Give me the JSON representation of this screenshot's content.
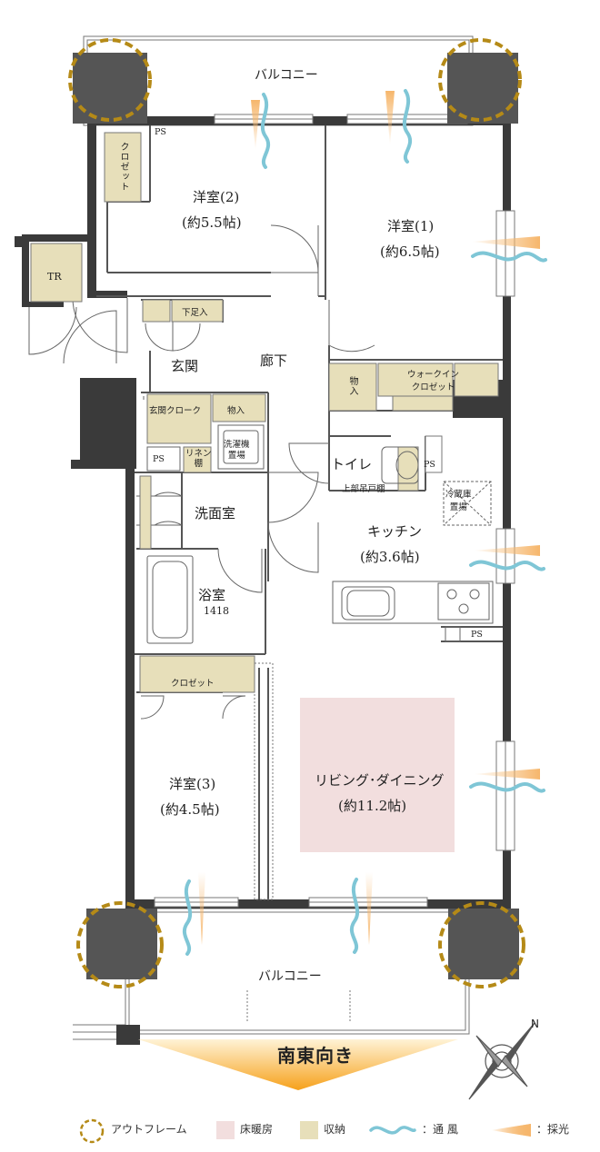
{
  "colors": {
    "wall": "#3a3a3a",
    "column": "#555555",
    "frame": "#b58a17",
    "storage": "#e7dfba",
    "heating": "#f2dede",
    "wind": "#7fc6d6",
    "light": "#f6b66b",
    "arrow": "#f6a11b"
  },
  "rooms": {
    "balcony_top": "バルコニー",
    "balcony_bottom": "バルコニー",
    "western2": {
      "name": "洋室(2)",
      "size": "(約5.5帖)"
    },
    "western1": {
      "name": "洋室(1)",
      "size": "(約6.5帖)"
    },
    "western3": {
      "name": "洋室(3)",
      "size": "(約4.5帖)"
    },
    "living": {
      "name": "リビング･ダイニング",
      "size": "(約11.2帖)"
    },
    "kitchen": {
      "name": "キッチン",
      "size": "(約3.6帖)"
    },
    "corridor": "廊下",
    "entrance": "玄関",
    "washroom": "洗面室",
    "bath": {
      "name": "浴室",
      "size": "1418"
    },
    "toilet": "トイレ"
  },
  "fixtures": {
    "ps1": "PS",
    "ps2": "PS",
    "ps3": "PS",
    "ps4": "PS",
    "closet_w2": "クロゼット",
    "tr": "TR",
    "shoe": "下足入",
    "entry_cloak": "玄関クローク",
    "storage1": "物入",
    "storage2": "物入",
    "walkin": "ウォークイン\nクロゼット",
    "washer": "洗濯機\n置場",
    "linen": "リネン\n棚",
    "upper_shelf": "上部吊戸棚",
    "fridge": "冷蔵庫\n置場",
    "closet_w3": "クロゼット"
  },
  "direction": "南東向き",
  "compass": "N",
  "legend": {
    "frame": "アウトフレーム",
    "heating": "床暖房",
    "storage": "収納",
    "wind": "：通 風",
    "light": "：採光"
  }
}
